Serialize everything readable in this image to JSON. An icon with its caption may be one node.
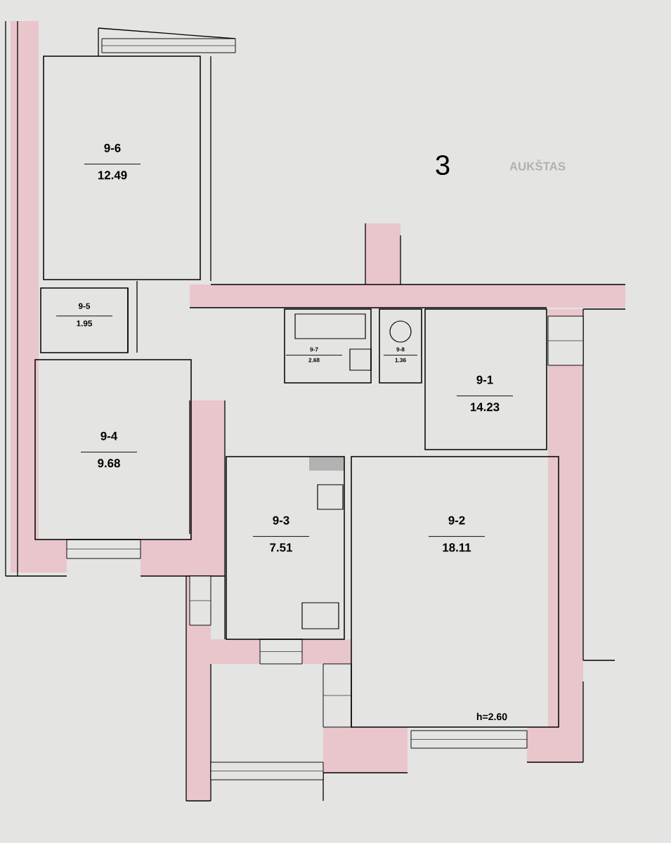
{
  "diagram": {
    "nodes": [
      {
        "text": [
          "9-6",
          "12.49"
        ]
      },
      {
        "text": [
          "9-5",
          "1.95"
        ]
      },
      {
        "text": [
          "9-7",
          "2.68"
        ]
      },
      {
        "text": [
          "9-8",
          "1.36"
        ]
      },
      {
        "text": [
          "9-4",
          "9.68"
        ]
      },
      {
        "text": [
          "9-1",
          "14.23"
        ]
      },
      {
        "text": [
          "9-3",
          "7.51"
        ]
      },
      {
        "text": [
          "9-2",
          "18.11"
        ]
      }
    ],
    "labels": [
      "3",
      "AUKŠTAS",
      "h=2.60"
    ]
  }
}
